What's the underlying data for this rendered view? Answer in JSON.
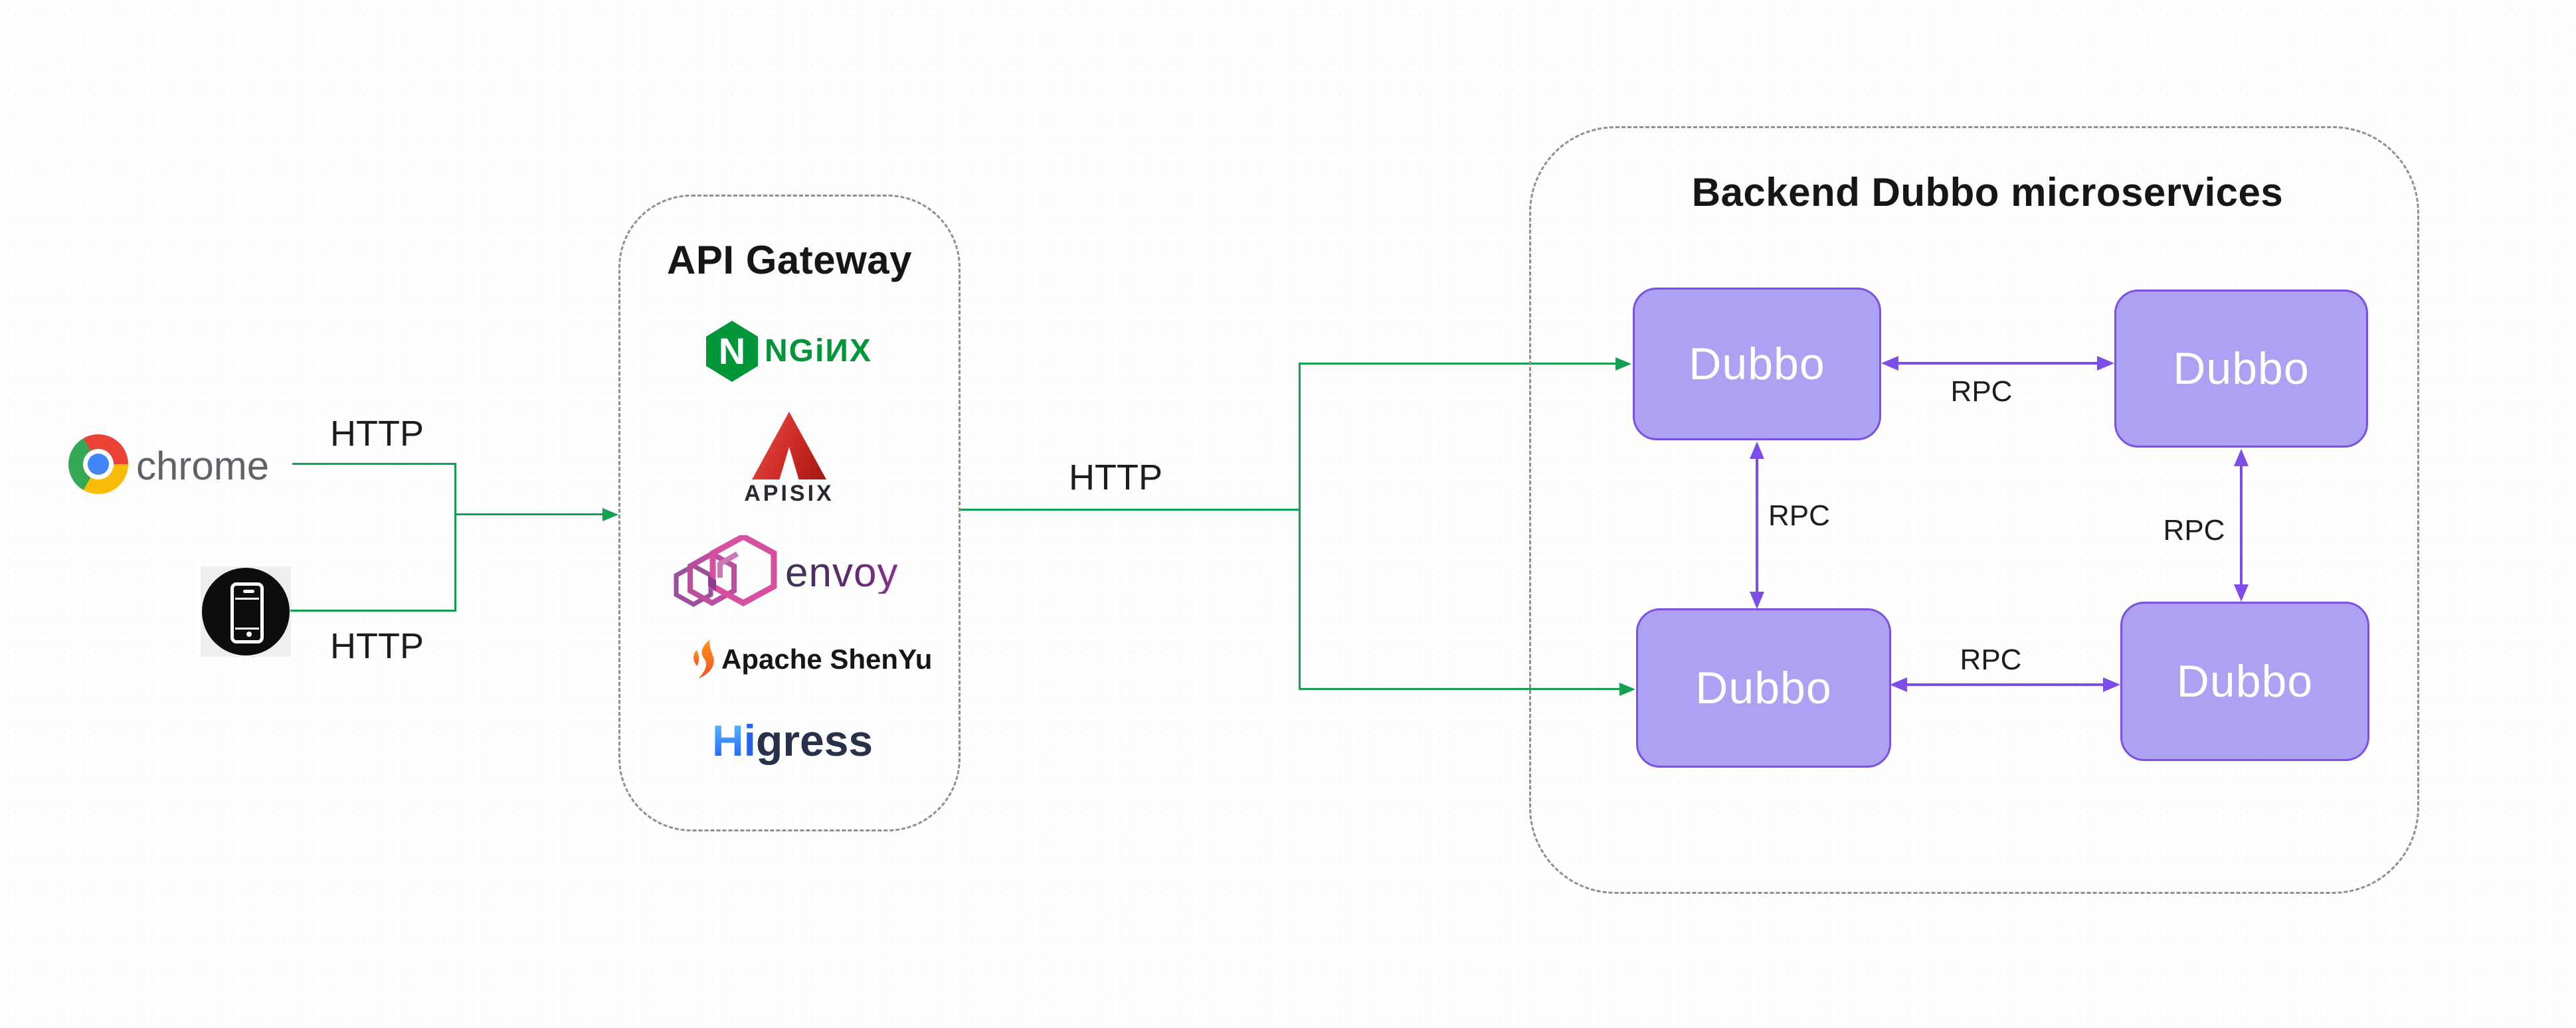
{
  "clients": {
    "chrome_label": "chrome"
  },
  "edges": {
    "http_labels": [
      "HTTP",
      "HTTP",
      "HTTP"
    ],
    "rpc_labels": [
      "RPC",
      "RPC",
      "RPC",
      "RPC"
    ]
  },
  "gateway": {
    "title": "API Gateway",
    "products": {
      "nginx": {
        "badge": "N",
        "wordmark": "NGiИX"
      },
      "apisix": {
        "wordmark": "APISIX"
      },
      "envoy": {
        "wordmark": "envoy"
      },
      "shenyu": {
        "wordmark": "Apache ShenYu"
      },
      "higress": {
        "wordmark_h": "H",
        "wordmark_i": "i",
        "wordmark_rest": "gress"
      }
    }
  },
  "backend": {
    "title": "Backend Dubbo microservices",
    "services": [
      {
        "label": "Dubbo"
      },
      {
        "label": "Dubbo"
      },
      {
        "label": "Dubbo"
      },
      {
        "label": "Dubbo"
      }
    ]
  },
  "colors": {
    "flow_green": "#12A150",
    "rpc_purple": "#7C4DE8",
    "dubbo_fill": "#ACA1F2",
    "dubbo_border": "#7B50E2",
    "dashed_border": "#8F8F8F",
    "nginx_green": "#009639",
    "apisix_red": "#C62320",
    "envoy_magenta": "#D84F9F",
    "shenyu_orange": "#F4511E",
    "higress_blue": "#2563EB",
    "higress_dark": "#273149",
    "chrome_text_gray": "#5F6368"
  }
}
